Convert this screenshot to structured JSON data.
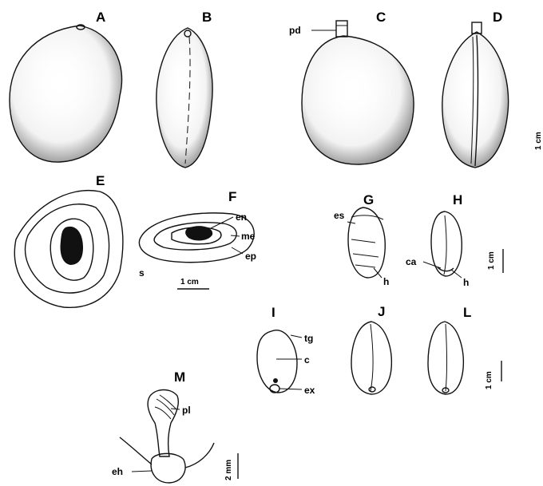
{
  "panels": {
    "A": "A",
    "B": "B",
    "C": "C",
    "D": "D",
    "E": "E",
    "F": "F",
    "G": "G",
    "H": "H",
    "I": "I",
    "J": "J",
    "L": "L",
    "M": "M"
  },
  "labels": {
    "pd": "pd",
    "en": "en",
    "me": "me",
    "ep": "ep",
    "s": "s",
    "es": "es",
    "h_g": "h",
    "h_h": "h",
    "ca": "ca",
    "tg": "tg",
    "c": "c",
    "ex": "ex",
    "pl": "pl",
    "eh": "eh"
  },
  "scale_bars": {
    "top_right": "1 cm",
    "f": "1 cm",
    "gh": "1 cm",
    "jl": "1 cm",
    "m": "2 mm"
  },
  "colors": {
    "ink": "#111111",
    "stipple": "#2a2a2a",
    "paper": "#ffffff"
  }
}
